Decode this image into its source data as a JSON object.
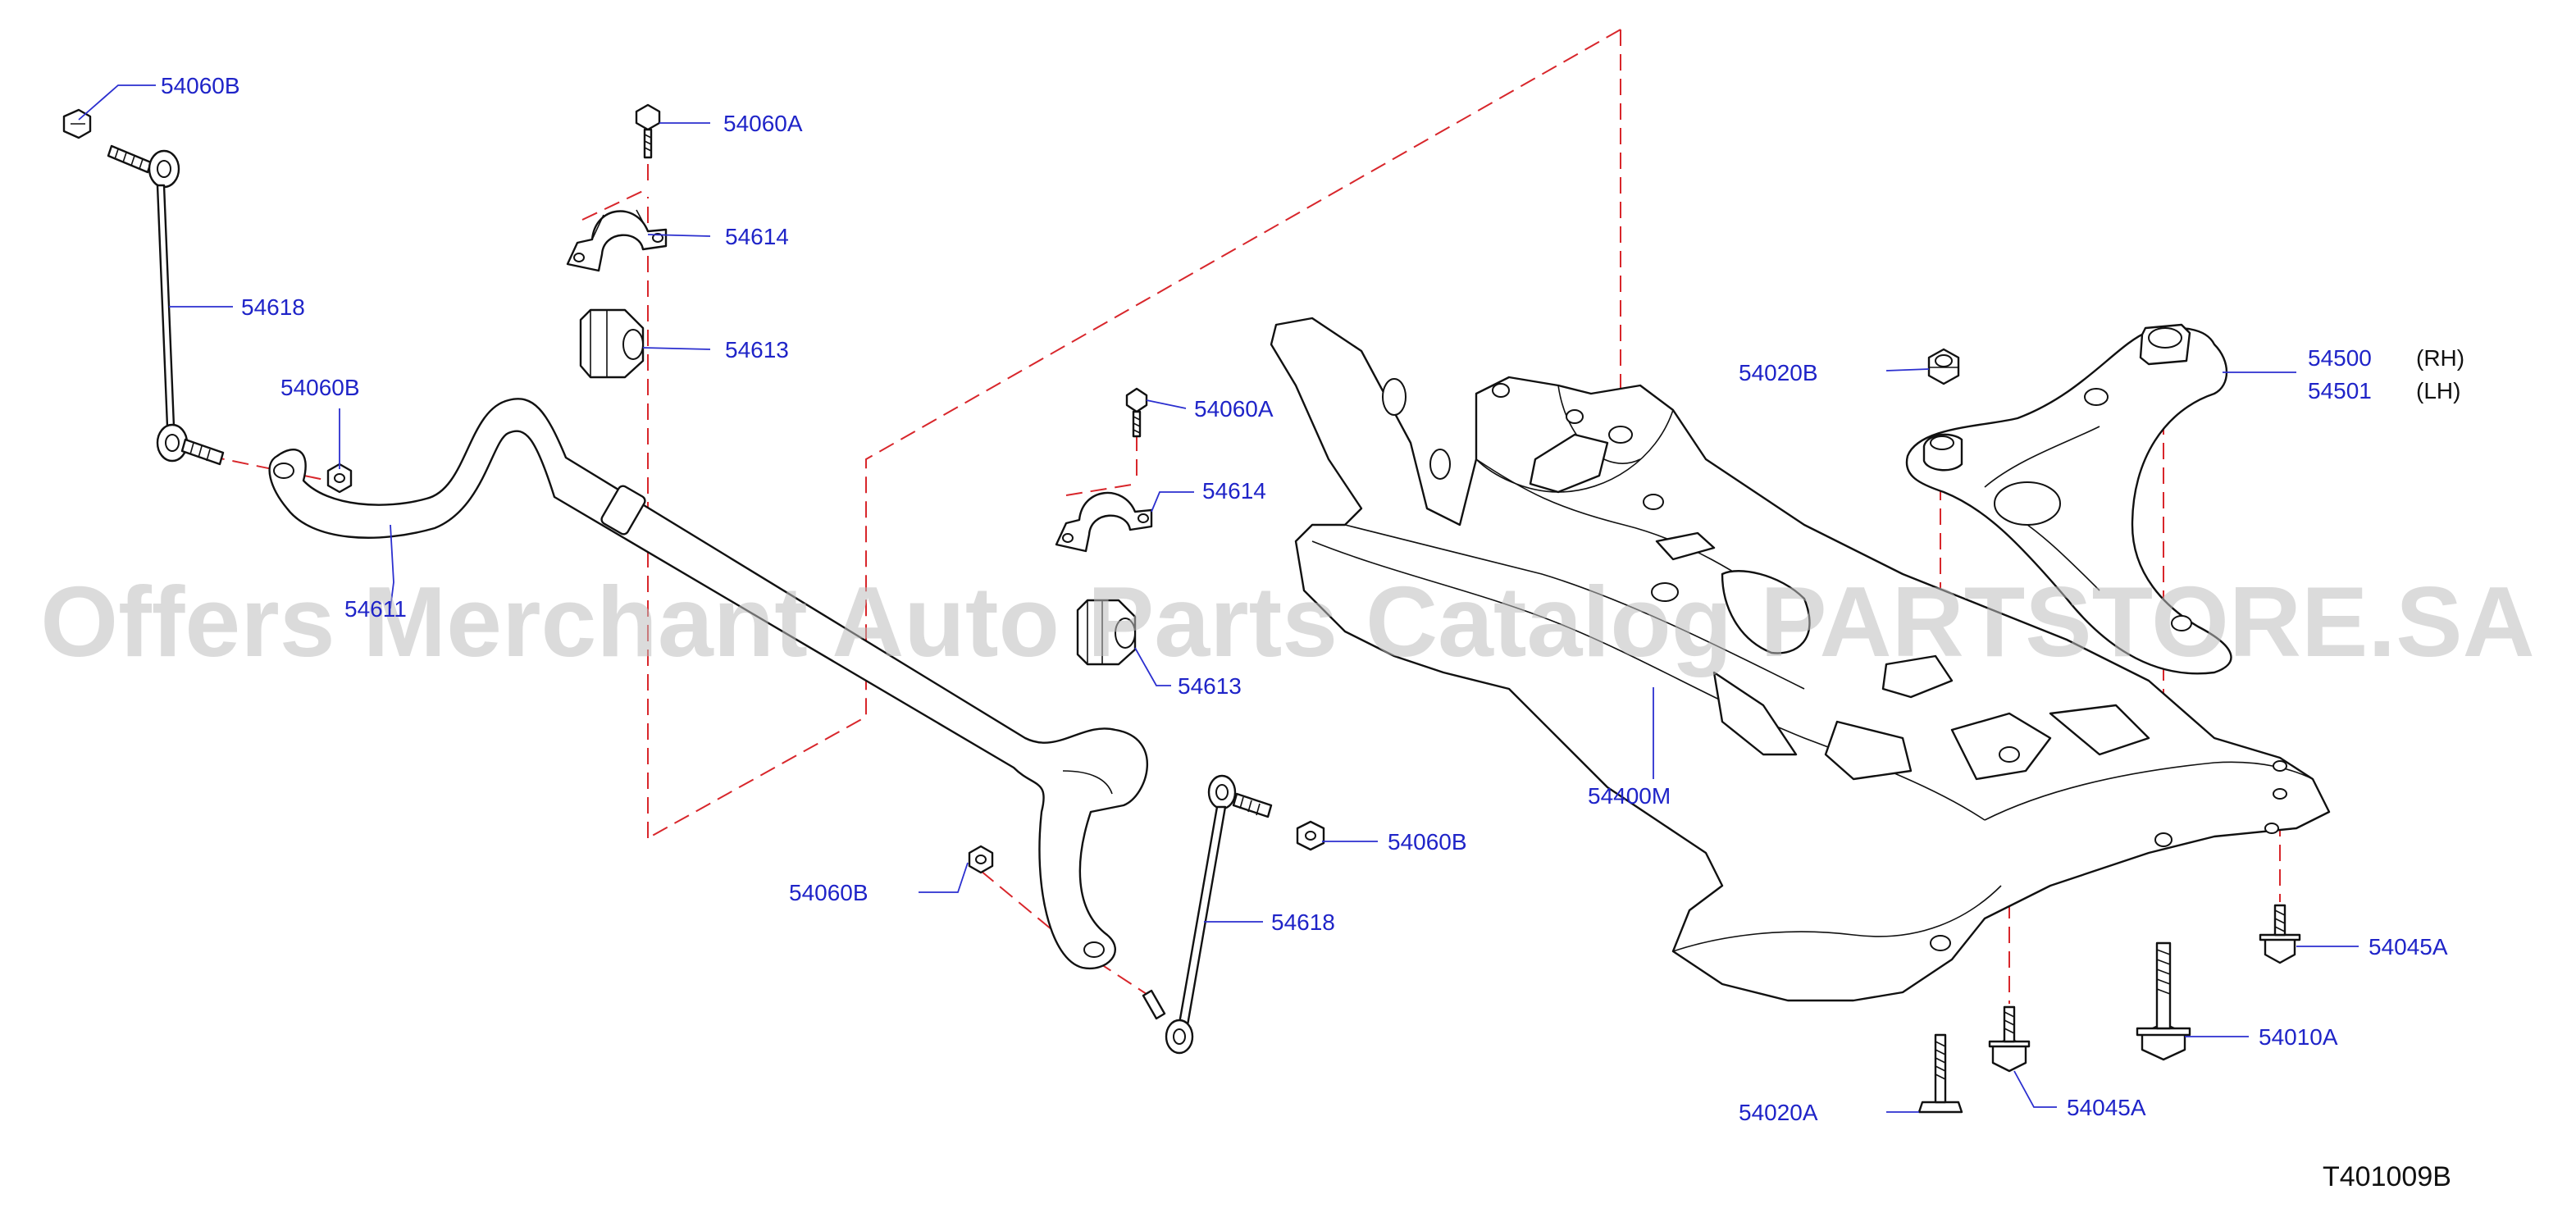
{
  "watermark": "Offers Merchant Auto Parts Catalog PARTSTORE.SA",
  "diagram_code": "T401009B",
  "callouts": {
    "nut_top_left": "54060B",
    "bolt_bushing_clamp_upper": "54060A",
    "clamp_upper": "54614",
    "link_left": "54618",
    "bushing_upper": "54613",
    "nut_left_link": "54060B",
    "stabilizer_bar": "54611",
    "bolt_bushing_clamp_lower": "54060A",
    "clamp_lower": "54614",
    "bushing_lower": "54613",
    "nut_right_link_top": "54060B",
    "nut_right_link_bottom": "54060B",
    "link_right": "54618",
    "crossmember": "54400M",
    "nut_lower_arm": "54020B",
    "lower_arm_rh": "54500",
    "lower_arm_lh": "54501",
    "bolt_rear_mount_right": "54045A",
    "bolt_arm_rear": "54010A",
    "bolt_rear_mount_center": "54045A",
    "bolt_crossmember_front": "54020A"
  },
  "side_labels": {
    "rh": "(RH)",
    "lh": "(LH)"
  },
  "colors": {
    "callout_text": "#1f24c8",
    "leader_line": "#2b2fcf",
    "dashed_guide": "#d8262b",
    "part_outline": "#111111",
    "watermark": "#bdbdbd"
  }
}
